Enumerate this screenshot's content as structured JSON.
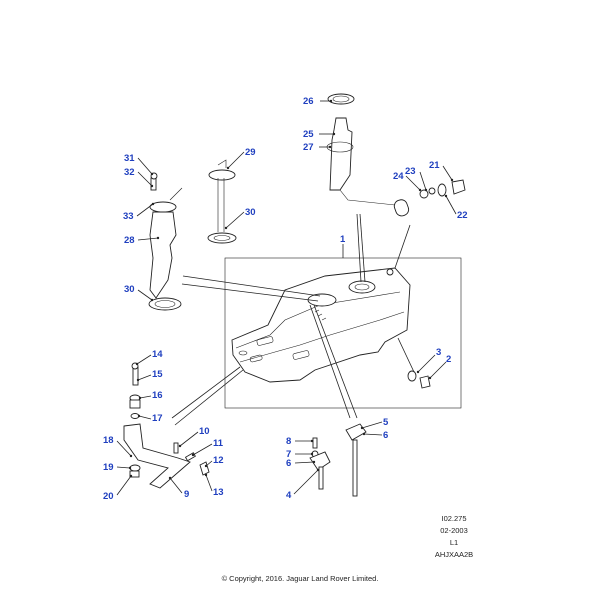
{
  "diagram": {
    "callouts": [
      {
        "id": "c26",
        "label": "26"
      },
      {
        "id": "c25",
        "label": "25"
      },
      {
        "id": "c27",
        "label": "27"
      },
      {
        "id": "c31",
        "label": "31"
      },
      {
        "id": "c32",
        "label": "32"
      },
      {
        "id": "c29",
        "label": "29"
      },
      {
        "id": "c33",
        "label": "33"
      },
      {
        "id": "c30a",
        "label": "30"
      },
      {
        "id": "c28",
        "label": "28"
      },
      {
        "id": "c30b",
        "label": "30"
      },
      {
        "id": "c1",
        "label": "1"
      },
      {
        "id": "c23",
        "label": "23"
      },
      {
        "id": "c21",
        "label": "21"
      },
      {
        "id": "c24",
        "label": "24"
      },
      {
        "id": "c22",
        "label": "22"
      },
      {
        "id": "c3",
        "label": "3"
      },
      {
        "id": "c2",
        "label": "2"
      },
      {
        "id": "c14",
        "label": "14"
      },
      {
        "id": "c15",
        "label": "15"
      },
      {
        "id": "c16",
        "label": "16"
      },
      {
        "id": "c17",
        "label": "17"
      },
      {
        "id": "c18",
        "label": "18"
      },
      {
        "id": "c10",
        "label": "10"
      },
      {
        "id": "c11",
        "label": "11"
      },
      {
        "id": "c12",
        "label": "12"
      },
      {
        "id": "c19",
        "label": "19"
      },
      {
        "id": "c20",
        "label": "20"
      },
      {
        "id": "c9",
        "label": "9"
      },
      {
        "id": "c13",
        "label": "13"
      },
      {
        "id": "c8",
        "label": "8"
      },
      {
        "id": "c7",
        "label": "7"
      },
      {
        "id": "c6a",
        "label": "6"
      },
      {
        "id": "c5",
        "label": "5"
      },
      {
        "id": "c6b",
        "label": "6"
      },
      {
        "id": "c4",
        "label": "4"
      }
    ],
    "reference_block": [
      "I02.275",
      "02-2003",
      "L1",
      "AHJXAA2B"
    ],
    "copyright": "© Copyright, 2016. Jaguar Land Rover Limited."
  },
  "colors": {
    "callout": "#1f3fbf",
    "linework": "#222222",
    "background": "#ffffff"
  }
}
